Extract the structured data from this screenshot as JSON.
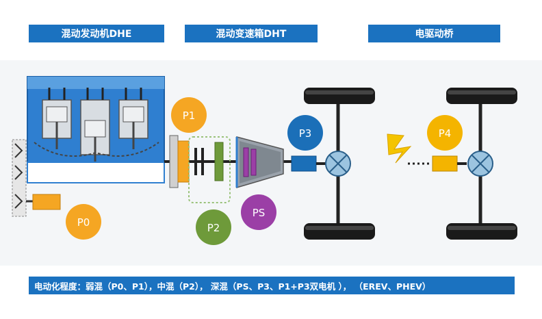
{
  "headers": {
    "dhe": "混动发动机DHE",
    "dht": "混动变速箱DHT",
    "axle": "电驱动桥"
  },
  "positions": {
    "p0": "P0",
    "p1": "P1",
    "p2": "P2",
    "ps": "PS",
    "p3": "P3",
    "p4": "P4"
  },
  "footer": "电动化程度：弱混（P0、P1），中混（P2）， 深混（PS、P3、P1+P3双电机 ）， （EREV、PHEV）",
  "colors": {
    "header_bg": "#1b72c0",
    "engine_blue": "#2f7fd0",
    "orange": "#f5a623",
    "green": "#6e9a3a",
    "purple": "#9b3fa6",
    "p3_blue": "#1b6fb8",
    "p4_yellow": "#f4b400"
  }
}
